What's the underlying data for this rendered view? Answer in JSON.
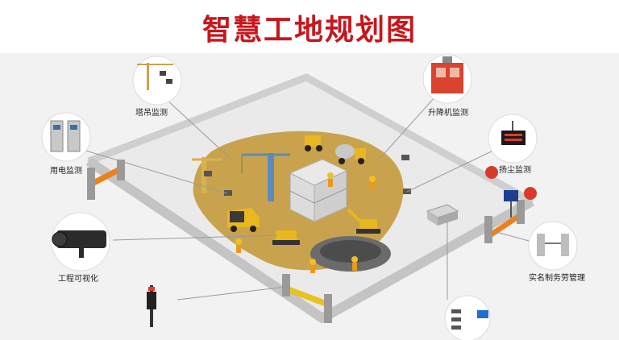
{
  "title": "智慧工地规划图",
  "labels": {
    "tower_crane": "塔吊监测",
    "lift": "升降机监测",
    "power": "用电监测",
    "dust": "扬尘监测",
    "visual": "工程可视化",
    "realname": "实名制务劳管理"
  },
  "colors": {
    "title": "#c8161d",
    "dirt": "#c9a24e",
    "wall": "#d9d9d9",
    "accent": "#e8821e"
  }
}
